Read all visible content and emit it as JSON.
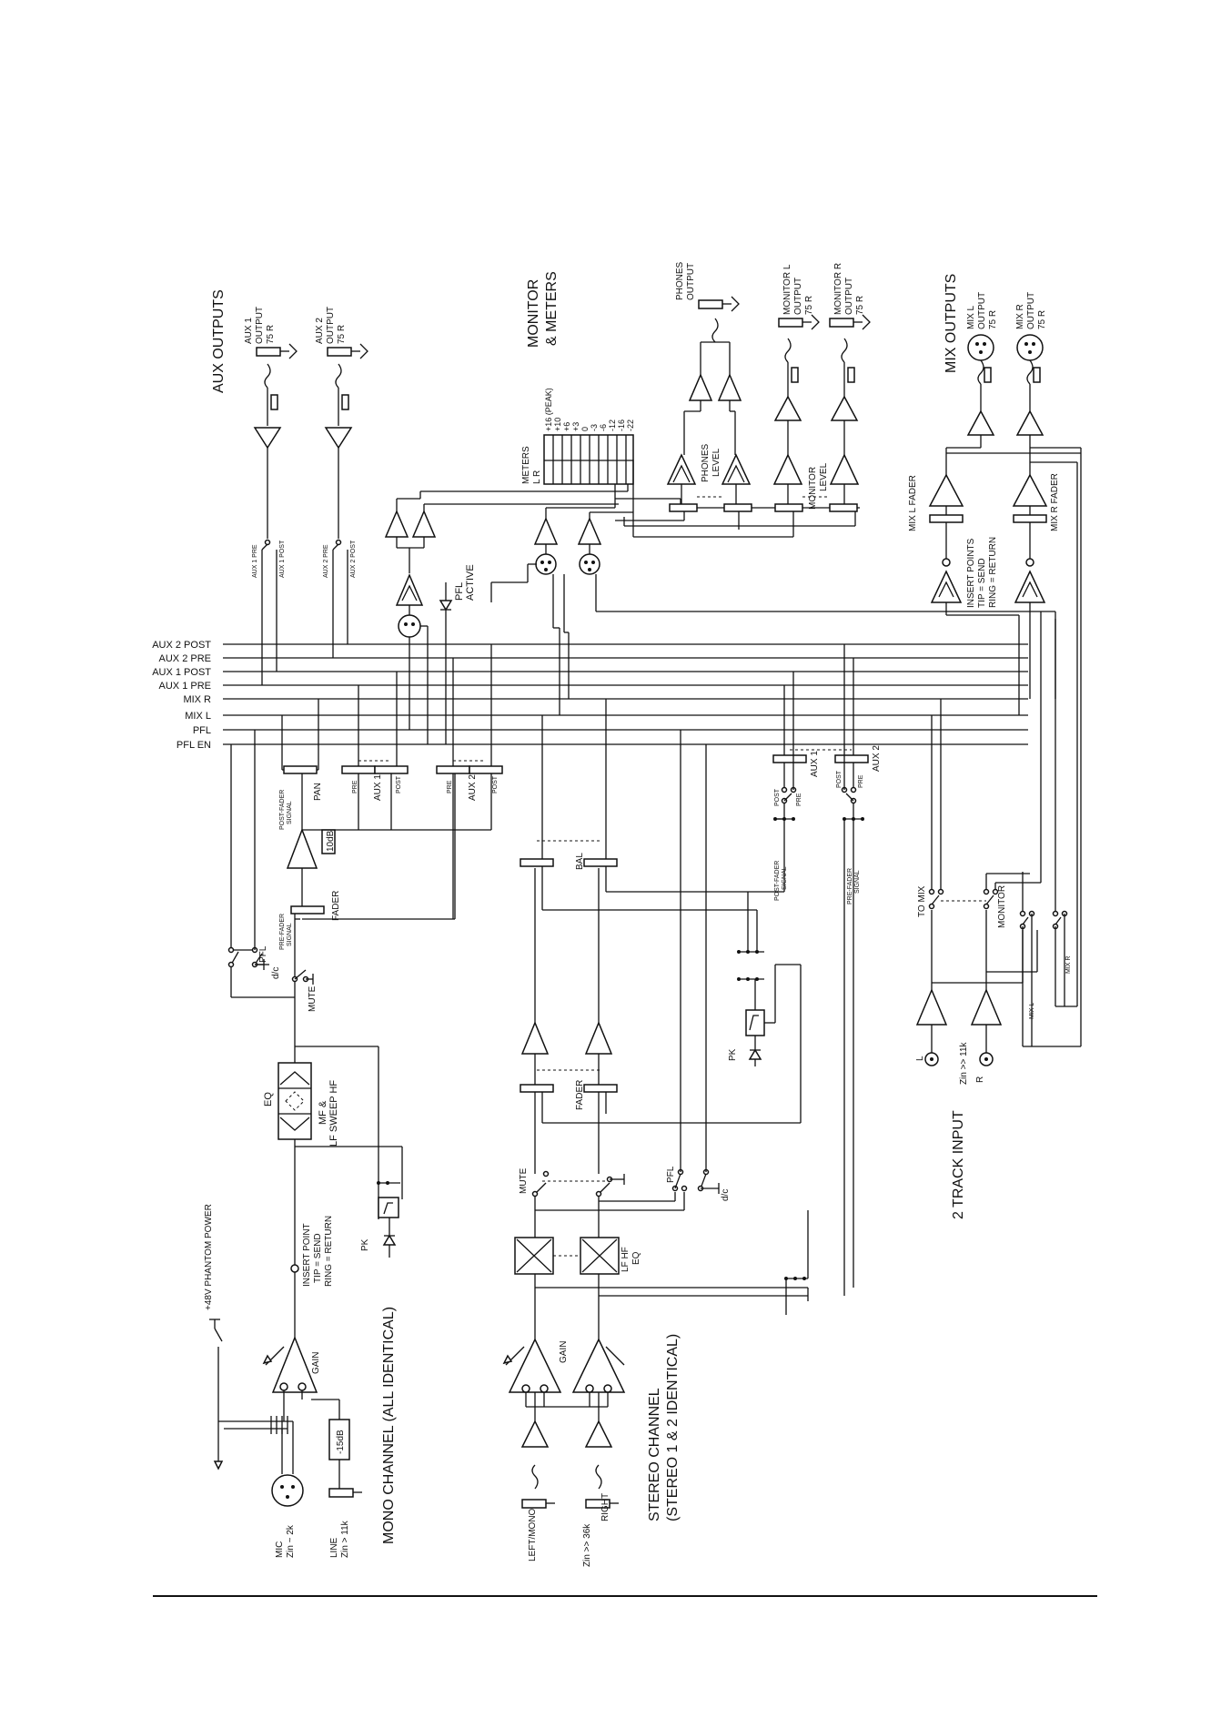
{
  "sections": {
    "aux_outputs": "AUX OUTPUTS",
    "monitor_meters_1": "MONITOR",
    "monitor_meters_2": "& METERS",
    "mix_outputs": "MIX OUTPUTS",
    "mono_channel": "MONO CHANNEL (ALL IDENTICAL)",
    "stereo_channel_1": "STEREO CHANNEL",
    "stereo_channel_2": "(STEREO 1 & 2 IDENTICAL)",
    "two_track_input": "2 TRACK INPUT"
  },
  "buses": [
    "AUX 2 POST",
    "AUX 2 PRE",
    "AUX 1 POST",
    "AUX 1 PRE",
    "MIX R",
    "MIX L",
    "PFL",
    "PFL EN"
  ],
  "outputs": {
    "aux1": [
      "AUX 1",
      "OUTPUT",
      "75 R"
    ],
    "aux2": [
      "AUX 2",
      "OUTPUT",
      "75 R"
    ],
    "phones": [
      "PHONES",
      "OUTPUT"
    ],
    "monitor_l": [
      "MONITOR L",
      "OUTPUT",
      "75 R"
    ],
    "monitor_r": [
      "MONITOR R",
      "OUTPUT",
      "75 R"
    ],
    "mix_l": [
      "MIX L",
      "OUTPUT",
      "75 R"
    ],
    "mix_r": [
      "MIX R",
      "OUTPUT",
      "75 R"
    ]
  },
  "aux_switch_labels": {
    "aux1_pre": "AUX 1 PRE",
    "aux1_post": "AUX 1 POST",
    "aux2_pre": "AUX 2 PRE",
    "aux2_post": "AUX 2 POST"
  },
  "meters": {
    "title": "METERS",
    "lr": "L   R",
    "scale": [
      "+16 (PEAK)",
      "+10",
      "+6",
      "+3",
      "0",
      "-3",
      "-6",
      "-12",
      "-16",
      "-22"
    ]
  },
  "monitor_labels": {
    "phones_level_1": "PHONES",
    "phones_level_2": "LEVEL",
    "monitor_level_1": "MONITOR",
    "monitor_level_2": "LEVEL",
    "pfl_active_1": "PFL",
    "pfl_active_2": "ACTIVE"
  },
  "mix_labels": {
    "mix_l_fader": "MIX L FADER",
    "mix_r_fader": "MIX R FADER",
    "insert_1": "INSERT POINTS",
    "insert_2": "TIP = SEND",
    "insert_3": "RING = RETURN"
  },
  "mono": {
    "phantom": "+48V PHANTOM POWER",
    "mic_1": "MIC",
    "mic_2": "Zin ~ 2k",
    "line_1": "LINE",
    "line_2": "Zin > 11k",
    "pad": "-15dB",
    "gain": "GAIN",
    "insert_1": "INSERT POINT",
    "insert_2": "TIP = SEND",
    "insert_3": "RING = RETURN",
    "eq": "EQ",
    "eq_sub_1": "MF &",
    "eq_sub_2": "LF  SWEEP  HF",
    "pk": "PK",
    "mute": "MUTE",
    "pfl": "PFL",
    "dc": "d/c",
    "pre_fader_1": "PRE-FADER",
    "pre_fader_2": "SIGNAL",
    "fader": "FADER",
    "db10": "10dB",
    "post_fader_1": "POST-FADER",
    "post_fader_2": "SIGNAL",
    "pan": "PAN",
    "pre1": "PRE",
    "aux1": "AUX 1",
    "post1": "POST",
    "pre2": "PRE",
    "aux2": "AUX 2",
    "post2": "POST"
  },
  "stereo": {
    "left_mono": "LEFT/MONO",
    "zin": "Zin >> 36k",
    "right": "RIGHT",
    "gain": "GAIN",
    "eq_1": "LF  HF",
    "eq_2": "EQ",
    "mute": "MUTE",
    "pfl": "PFL",
    "dc": "d/c",
    "fader": "FADER",
    "pk": "PK",
    "bal": "BAL",
    "post_fader_1": "POST-FADER",
    "post_fader_2": "SIGNAL",
    "pre_fader_1": "PRE-FADER",
    "pre_fader_2": "SIGNAL",
    "post": "POST",
    "pre": "PRE",
    "aux1": "AUX 1",
    "aux2": "AUX 2"
  },
  "two_track": {
    "l": "L",
    "r": "R",
    "zin": "Zin >> 11k",
    "to_mix": "TO MIX",
    "monitor": "MONITOR",
    "mix_l": "MIX L",
    "mix_r": "MIX R"
  }
}
